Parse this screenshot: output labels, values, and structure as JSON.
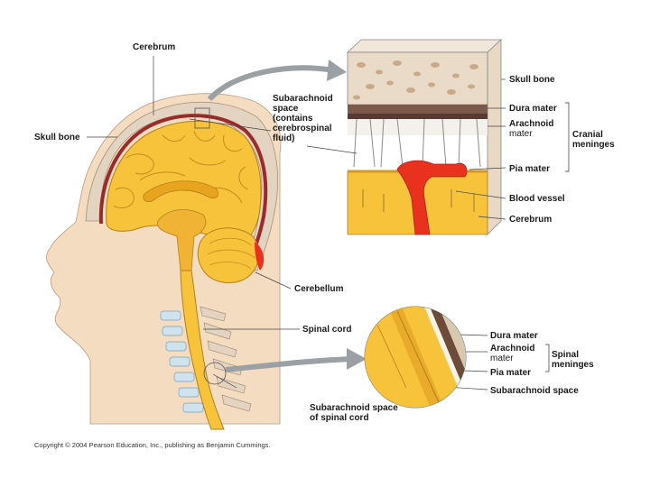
{
  "labels": {
    "cerebrum_top": "Cerebrum",
    "skull_bone_left": "Skull bone",
    "subarachnoid_space": [
      "Subarachnoid",
      "space",
      "(contains",
      "cerebrospinal",
      "fluid)"
    ],
    "skull_bone_right": "Skull bone",
    "dura_mater_top": "Dura mater",
    "arachnoid_mater_top": [
      "Arachnoid",
      "mater"
    ],
    "cranial_meninges": [
      "Cranial",
      "meninges"
    ],
    "pia_mater_top": "Pia mater",
    "blood_vessel": "Blood vessel",
    "cerebrum_right": "Cerebrum",
    "cerebellum": "Cerebellum",
    "spinal_cord": "Spinal cord",
    "dura_mater_bottom": "Dura mater",
    "arachnoid_mater_bottom": [
      "Arachnoid",
      "mater"
    ],
    "spinal_meninges": [
      "Spinal",
      "meninges"
    ],
    "pia_mater_bottom": "Pia mater",
    "subarachnoid_space_bottom": "Subarachnoid space",
    "subarachnoid_space_spinal": [
      "Subarachnoid space",
      "of spinal cord"
    ]
  },
  "copyright": "Copyright © 2004 Pearson Education, Inc., publishing as Benjamin Cummings.",
  "colors": {
    "skin": "#f4dcc0",
    "skull": "#e3d3c1",
    "brain": "#f6c33b",
    "brain_dark": "#e8a41f",
    "membrane": "#9b2a2a",
    "blood": "#e8321e",
    "vertebra": "#cfe3ee"
  }
}
